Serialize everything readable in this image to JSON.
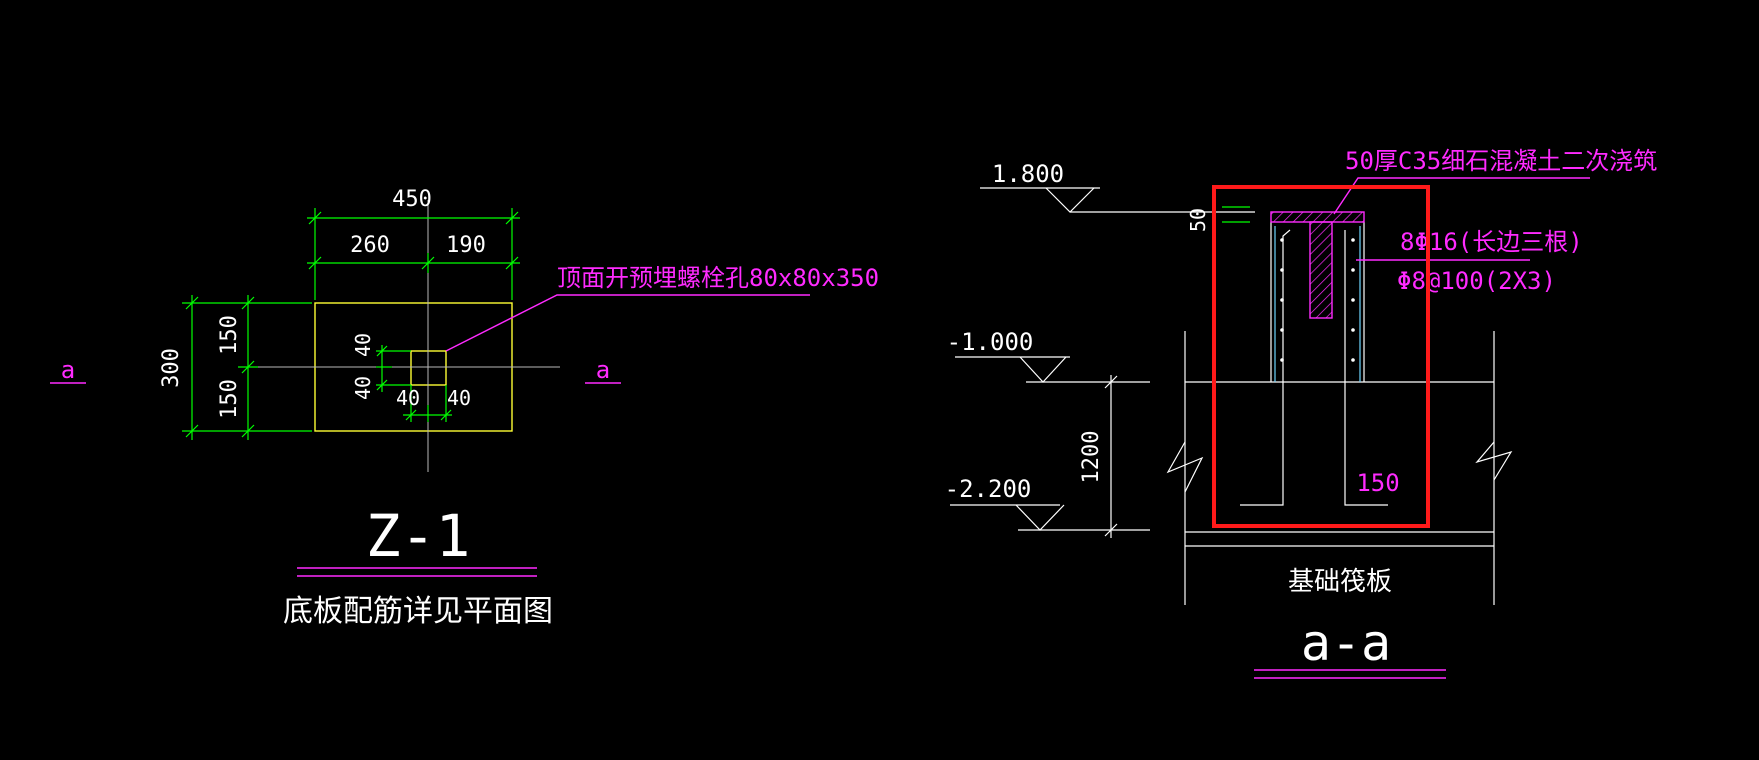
{
  "plan": {
    "dim_total_width": "450",
    "dim_left": "260",
    "dim_right": "190",
    "dim_total_height": "300",
    "dim_upper": "150",
    "dim_lower": "150",
    "dim_hole_v1": "40",
    "dim_hole_v2": "40",
    "dim_hole_h1": "40",
    "dim_hole_h2": "40",
    "section_mark_left": "a",
    "section_mark_right": "a",
    "hole_note": "顶面开预埋螺栓孔80x80x350",
    "title": "Z-1",
    "subtitle": "底板配筋详见平面图"
  },
  "section": {
    "elev_top": "1.800",
    "elev_mid": "-1.000",
    "elev_bottom": "-2.200",
    "dim_depth": "1200",
    "dim_grout": "50",
    "grout_note": "50厚C35细石混凝土二次浇筑",
    "rebar_main": "8Φ16(长边三根)",
    "rebar_stirrup": "Φ8@100(2X3)",
    "dim_anchor": "150",
    "raft_label": "基础筏板",
    "title": "a-a"
  },
  "colors": {
    "background": "#000000",
    "dimension": "#00ff00",
    "annotation": "#ff2bff",
    "outline": "#ffff33",
    "highlight": "#ff1a1a",
    "rebar": "#6fd6ff"
  }
}
